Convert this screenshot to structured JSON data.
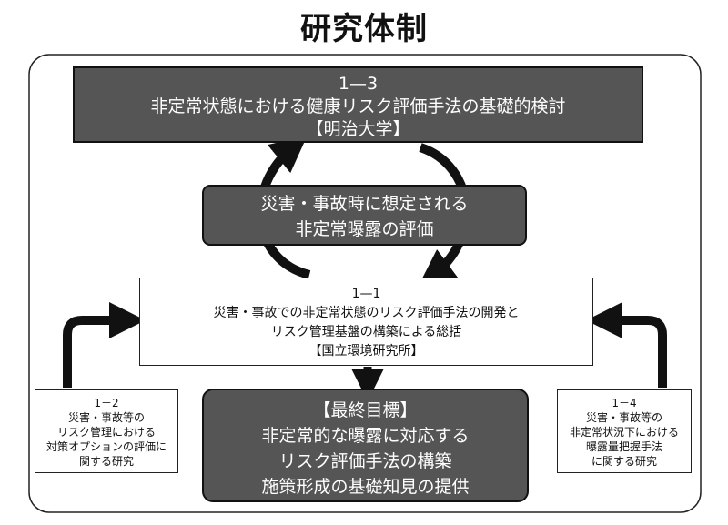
{
  "title": "研究体制",
  "boxes": {
    "top": {
      "id": "1—3",
      "text": "非定常状態における健康リスク評価手法の基礎的検討",
      "org": "【明治大学】"
    },
    "middle": {
      "line1": "災害・事故時に想定される",
      "line2": "非定常曝露の評価"
    },
    "center": {
      "id": "1—1",
      "line1": "災害・事故での非定常状態のリスク評価手法の開発と",
      "line2": "リスク管理基盤の構築による総括",
      "org": "【国立環境研究所】"
    },
    "goal": {
      "heading": "【最終目標】",
      "line1": "非定常的な曝露に対応する",
      "line2": "リスク評価手法の構築",
      "line3": "施策形成の基礎知見の提供"
    },
    "left": {
      "id": "1－2",
      "line1": "災害・事故等の",
      "line2": "リスク管理における",
      "line3": "対策オプションの評価に",
      "line4": "関する研究"
    },
    "right": {
      "id": "1－4",
      "line1": "災害・事故等の",
      "line2": "非定常状況下における",
      "line3": "曝露量把握手法",
      "line4": "に関する研究"
    }
  },
  "colors": {
    "dark_fill": "#555555",
    "dark_text": "#ffffff",
    "arrow": "#111111",
    "line": "#222222"
  }
}
